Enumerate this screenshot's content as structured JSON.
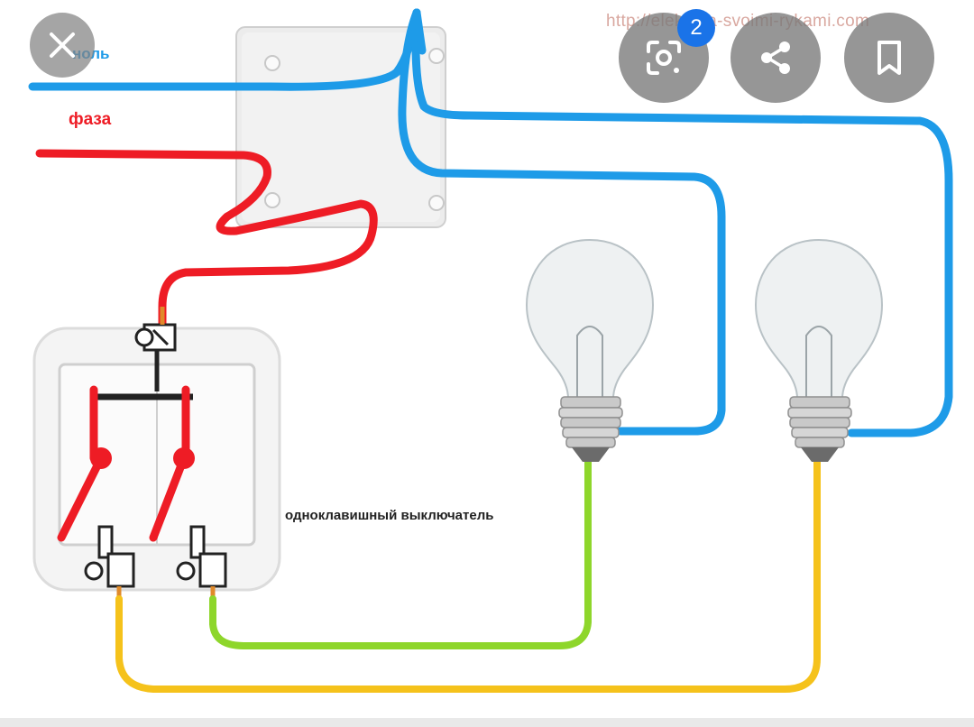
{
  "diagram": {
    "labels": {
      "neutral": "ноль",
      "phase": "фаза",
      "switch": "одноклавишный выключатель"
    },
    "watermark": "http://elektrika-svoimi-rykami.com",
    "colors": {
      "neutral": "#1e9be8",
      "phase": "#ee1c25",
      "switch_wire_green": "#8ed62b",
      "switch_wire_yellow": "#f5c21b",
      "junction_box": "#ececec",
      "switch_body": "#f4f4f4"
    }
  },
  "overlay": {
    "close_icon": "close-icon",
    "lens_icon": "lens-search-icon",
    "lens_badge": "2",
    "share_icon": "share-icon",
    "save_icon": "bookmark-icon",
    "button_color": "#7f7f7f",
    "badge_color": "#1a73e8"
  }
}
